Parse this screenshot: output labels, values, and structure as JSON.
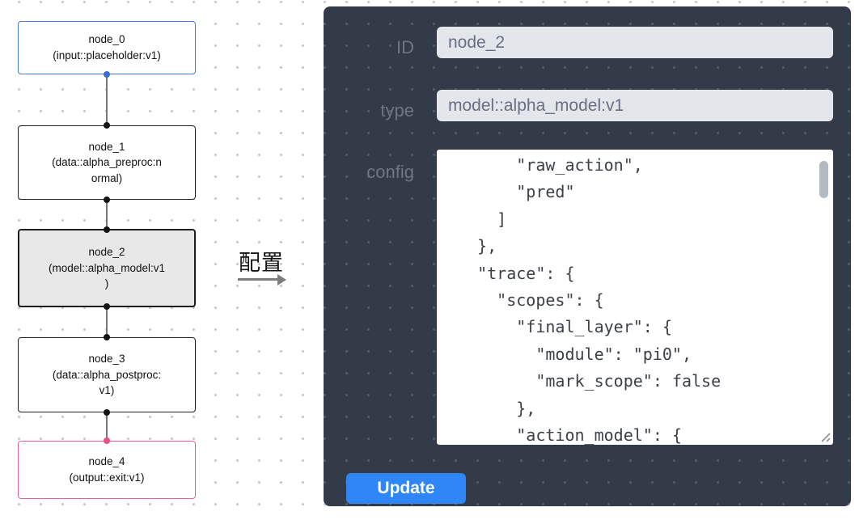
{
  "flow": {
    "nodes": [
      {
        "id": "node_0",
        "type_label": "(input::placeholder:v1)"
      },
      {
        "id": "node_1",
        "type_label": "(data::alpha_preproc:n\normal)"
      },
      {
        "id": "node_2",
        "type_label": "(model::alpha_model:v1\n)"
      },
      {
        "id": "node_3",
        "type_label": "(data::alpha_postproc:\nv1)"
      },
      {
        "id": "node_4",
        "type_label": "(output::exit:v1)"
      }
    ]
  },
  "annotation": {
    "label": "配置"
  },
  "panel": {
    "id_label": "ID",
    "id_value": "node_2",
    "type_label": "type",
    "type_value": "model::alpha_model:v1",
    "config_label": "config",
    "config_text": "      \"raw_action\",\n      \"pred\"\n    ]\n  },\n  \"trace\": {\n    \"scopes\": {\n      \"final_layer\": {\n        \"module\": \"pi0\",\n        \"mark_scope\": false\n      },\n      \"action_model\": {",
    "update_label": "Update"
  },
  "colors": {
    "input_node_border": "#4a77d1",
    "output_node_border": "#ee5d9b",
    "selected_node_bg": "#e8e8e8",
    "input_port": "#3b6ecc",
    "output_port": "#ee4d86",
    "panel_bg": "#333b49",
    "field_bg": "#e3e7ec",
    "accent_blue": "#2f87f7"
  }
}
